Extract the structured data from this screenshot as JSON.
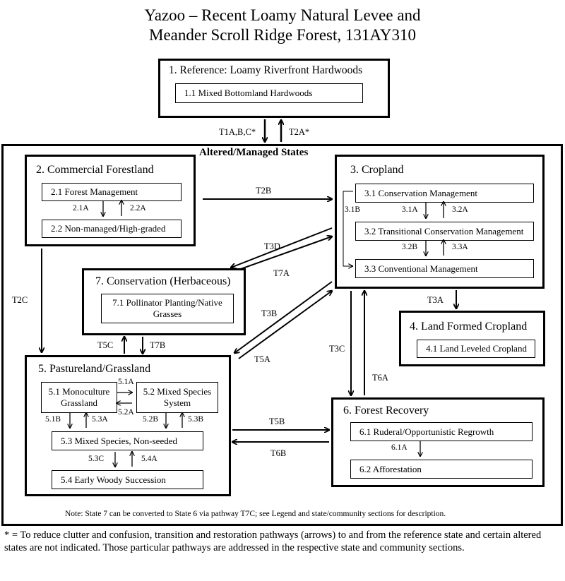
{
  "title_line1": "Yazoo – Recent Loamy Natural Levee and",
  "title_line2": "Meander Scroll Ridge Forest, 131AY310",
  "altered_label": "Altered/Managed States",
  "states": {
    "s1": {
      "title": "1. Reference: Loamy Riverfront Hardwoods",
      "c1": "1.1 Mixed Bottomland Hardwoods"
    },
    "s2": {
      "title": "2. Commercial Forestland",
      "c1": "2.1 Forest Management",
      "c2": "2.2 Non-managed/High-graded"
    },
    "s3": {
      "title": "3. Cropland",
      "c1": "3.1 Conservation Management",
      "c2": "3.2 Transitional Conservation Management",
      "c3": "3.3 Conventional Management"
    },
    "s4": {
      "title": "4. Land Formed Cropland",
      "c1": "4.1 Land Leveled Cropland"
    },
    "s5": {
      "title": "5. Pastureland/Grassland",
      "c1a": "5.1 Monoculture",
      "c1b": "Grassland",
      "c2a": "5.2 Mixed Species",
      "c2b": "System",
      "c3": "5.3 Mixed Species, Non-seeded",
      "c4": "5.4 Early Woody Succession"
    },
    "s6": {
      "title": "6. Forest Recovery",
      "c1": "6.1 Ruderal/Opportunistic Regrowth",
      "c2": "6.2 Afforestation"
    },
    "s7": {
      "title": "7. Conservation (Herbaceous)",
      "c1a": "7.1 Pollinator Planting/Native",
      "c1b": "Grasses"
    }
  },
  "pathways": {
    "p1_1a": "2.1A",
    "p2_2a": "2.2A",
    "p3_1a": "3.1A",
    "p3_2a": "3.2A",
    "p3_1b": "3.1B",
    "p3_2b": "3.2B",
    "p3_3a": "3.3A",
    "p5_1a": "5.1A",
    "p5_2a": "5.2A",
    "p5_1b": "5.1B",
    "p5_3a": "5.3A",
    "p5_2b": "5.2B",
    "p5_3b": "5.3B",
    "p5_3c": "5.3C",
    "p5_4a": "5.4A",
    "p6_1a": "6.1A"
  },
  "transitions": {
    "t1": "T1A,B,C*",
    "t2a": "T2A*",
    "t2b": "T2B",
    "t2c": "T2C",
    "t3d": "T3D",
    "t7a": "T7A",
    "t3b": "T3B",
    "t5a": "T5A",
    "t3a": "T3A",
    "t5c": "T5C",
    "t7b": "T7B",
    "t3c": "T3C",
    "t6a": "T6A",
    "t5b": "T5B",
    "t6b": "T6B"
  },
  "note": "Note: State 7 can be converted to State 6 via pathway T7C; see Legend and state/community sections for description.",
  "footnote": "* = To reduce clutter and confusion, transition and restoration pathways (arrows) to and from the reference state and certain altered states are not indicated. Those particular pathways are addressed in the respective state and community sections."
}
